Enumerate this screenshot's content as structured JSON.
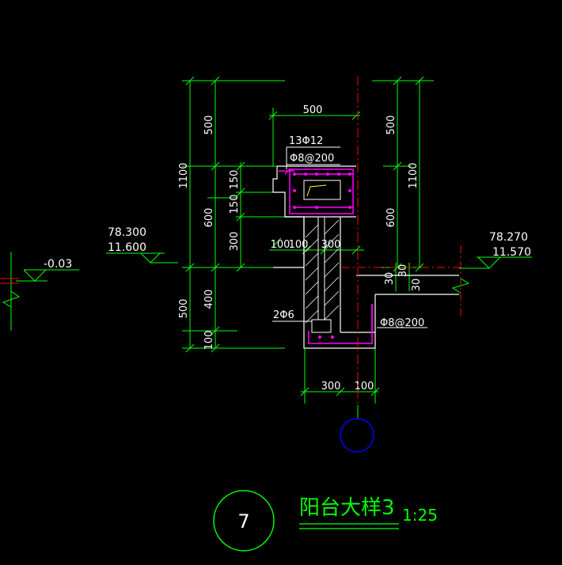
{
  "drawing": {
    "title": "阳台大样3",
    "scale": "1:25",
    "detail_number": "7"
  },
  "colors": {
    "background": "#000000",
    "dimension_line": "#00ff00",
    "outline": "#ffffff",
    "rebar": "#ff00ff",
    "axis": "#ff0000",
    "hatch": "#ffffff",
    "detail_circle": "#0000ff",
    "stirrup": "#ffff00"
  },
  "dimensions": {
    "left_outer_total": "1100",
    "left_outer_bottom": "500",
    "left_inner_500": "500",
    "left_inner_600": "600",
    "left_inner_400": "400",
    "left_inner_100": "100",
    "right_outer_total": "1100",
    "right_inner_500": "500",
    "right_inner_600": "600",
    "beam_150_top": "150",
    "beam_150_bottom": "150",
    "beam_300": "300",
    "top_width_500": "500",
    "mid_100a": "100",
    "mid_100b": "100",
    "mid_300": "300",
    "right_30a": "30",
    "right_30b": "30",
    "right_30c": "30",
    "bottom_300": "300",
    "bottom_100": "100"
  },
  "levels": {
    "left_main_top": "78.300",
    "left_main_bottom": "11.600",
    "left_small": "-0.03",
    "right_top": "78.270",
    "right_bottom": "11.570"
  },
  "rebar_notes": {
    "top_bars": "13Φ12",
    "stirrups_top": "Φ8@200",
    "bottom_bars": "2Φ6",
    "stirrups_bottom": "Φ8@200"
  }
}
